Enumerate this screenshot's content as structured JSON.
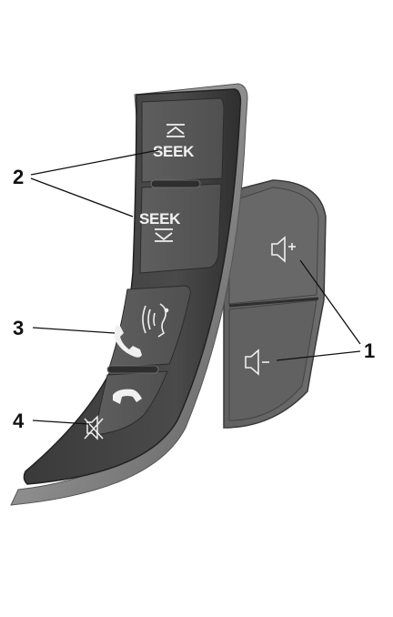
{
  "callouts": {
    "label_1": "1",
    "label_2": "2",
    "label_3": "3",
    "label_4": "4"
  },
  "buttons": {
    "seek_up_text": "SEEK",
    "seek_down_text": "SEEK"
  },
  "icons": {
    "seek_up": "seek-up-icon",
    "seek_down": "seek-down-icon",
    "voice": "voice-recognition-icon",
    "phone_answer": "phone-answer-icon",
    "phone_hangup": "phone-hangup-icon",
    "mute": "mute-icon",
    "volume_up": "volume-up-icon",
    "volume_down": "volume-down-icon"
  },
  "colors": {
    "housing_dark": "#3f3f3f",
    "button_face": "#575757",
    "icon_light": "#f0f0f0",
    "trim": "#9a9a9a"
  }
}
